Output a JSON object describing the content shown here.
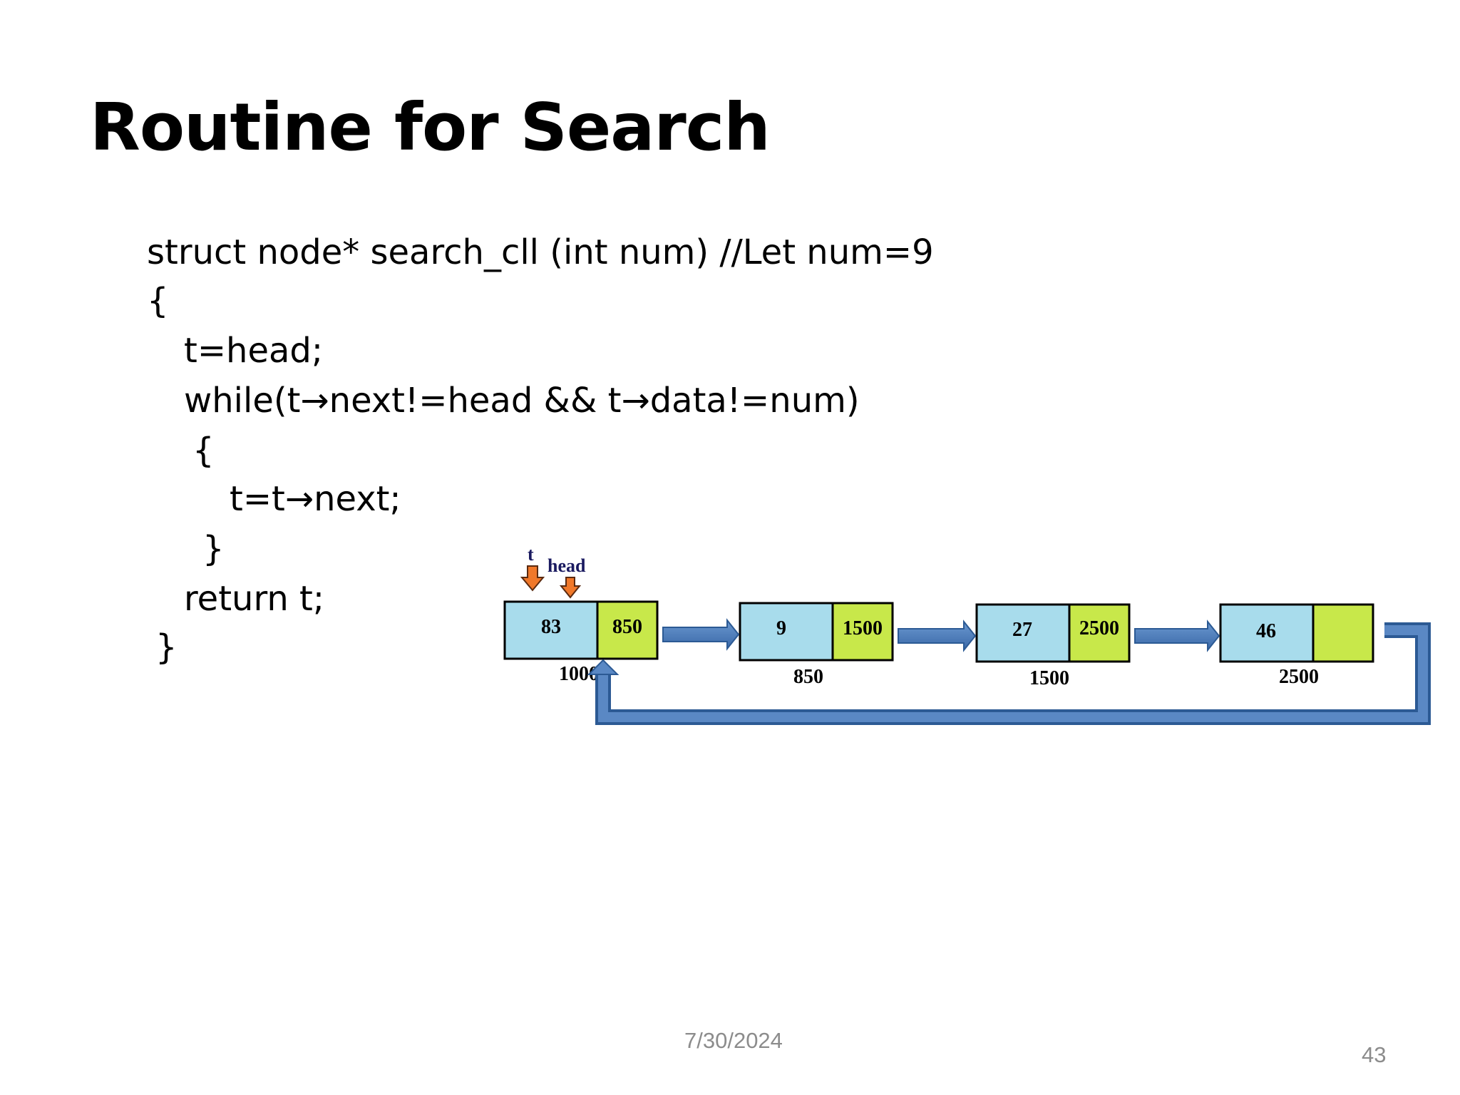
{
  "slide": {
    "title": "Routine for Search",
    "date": "7/30/2024",
    "page_number": "43"
  },
  "code": {
    "lines": [
      "struct node* search_cll (int num) //Let num=9",
      "{",
      "t=head;",
      "while(t→next!=head && t→data!=num)",
      "{",
      "t=t→next;",
      "}",
      "return t;",
      "}"
    ]
  },
  "diagram": {
    "pointer_t_label": "t",
    "pointer_head_label": "head",
    "nodes": [
      {
        "data": "83",
        "next": "850",
        "address": "1000"
      },
      {
        "data": "9",
        "next": "1500",
        "address": "850"
      },
      {
        "data": "27",
        "next": "2500",
        "address": "1500"
      },
      {
        "data": "46",
        "next": "",
        "address": "2500"
      }
    ],
    "colors": {
      "data_cell": "#a8dcec",
      "next_cell": "#c8e84a",
      "arrow": "#4a78b4",
      "arrow_dark": "#2c5a94",
      "pointer_arrow": "#f0782a"
    }
  }
}
